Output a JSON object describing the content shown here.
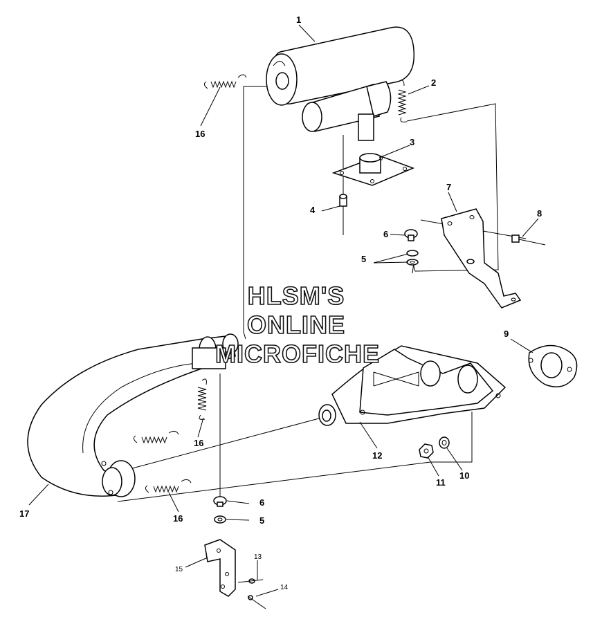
{
  "watermark": {
    "line1": "HLSM'S",
    "line2": "ONLINE",
    "line3": "MICROFICHE"
  },
  "callouts": [
    {
      "id": "1",
      "label": "1"
    },
    {
      "id": "2",
      "label": "2"
    },
    {
      "id": "3",
      "label": "3"
    },
    {
      "id": "4",
      "label": "4"
    },
    {
      "id": "5a",
      "label": "5"
    },
    {
      "id": "6a",
      "label": "6"
    },
    {
      "id": "7",
      "label": "7"
    },
    {
      "id": "8",
      "label": "8"
    },
    {
      "id": "9",
      "label": "9"
    },
    {
      "id": "10",
      "label": "10"
    },
    {
      "id": "11",
      "label": "11"
    },
    {
      "id": "12",
      "label": "12"
    },
    {
      "id": "13",
      "label": "13"
    },
    {
      "id": "14",
      "label": "14"
    },
    {
      "id": "15",
      "label": "15"
    },
    {
      "id": "16a",
      "label": "16"
    },
    {
      "id": "16b",
      "label": "16"
    },
    {
      "id": "16c",
      "label": "16"
    },
    {
      "id": "17",
      "label": "17"
    },
    {
      "id": "5b",
      "label": "5"
    },
    {
      "id": "6b",
      "label": "6"
    }
  ]
}
